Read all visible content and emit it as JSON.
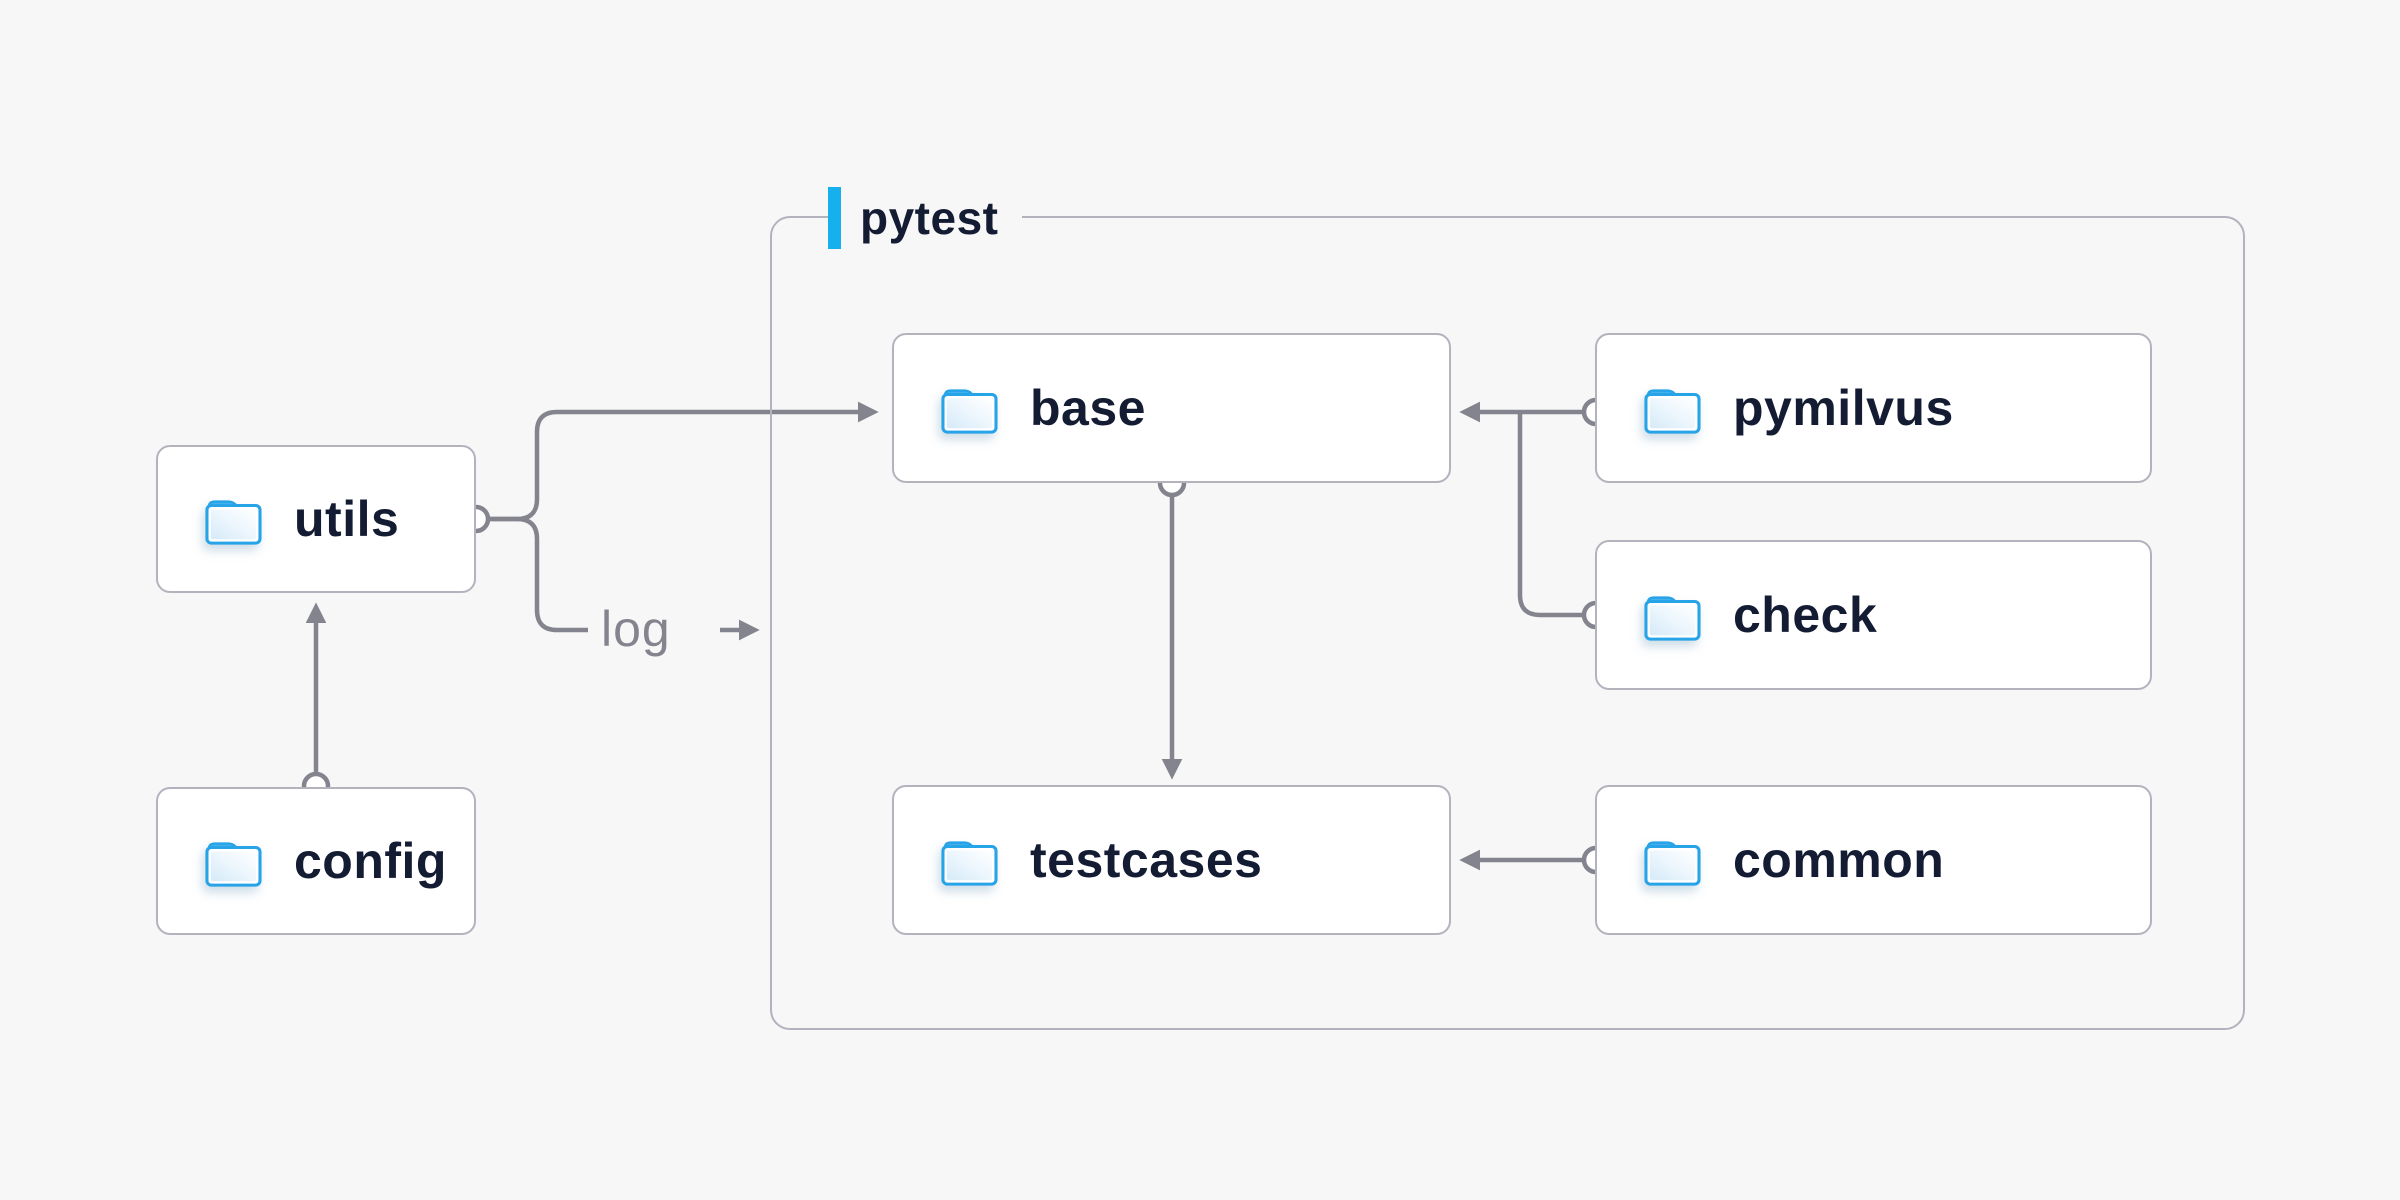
{
  "diagram": {
    "container_label": "pytest",
    "edge_label": "log"
  },
  "nodes": [
    {
      "id": "utils",
      "label": "utils"
    },
    {
      "id": "config",
      "label": "config"
    },
    {
      "id": "base",
      "label": "base"
    },
    {
      "id": "testcases",
      "label": "testcases"
    },
    {
      "id": "pymilvus",
      "label": "pymilvus"
    },
    {
      "id": "check",
      "label": "check"
    },
    {
      "id": "common",
      "label": "common"
    }
  ],
  "edges": [
    {
      "from": "utils",
      "to": "base"
    },
    {
      "from": "utils",
      "to": "pytest",
      "label": "log"
    },
    {
      "from": "config",
      "to": "utils"
    },
    {
      "from": "base",
      "to": "testcases"
    },
    {
      "from": "pymilvus",
      "to": "base"
    },
    {
      "from": "check",
      "to": "base"
    },
    {
      "from": "common",
      "to": "testcases"
    }
  ],
  "colors": {
    "background": "#f7f7f8",
    "node_background": "#ffffff",
    "border": "#b3b3be",
    "connector": "#84848e",
    "text": "#131c33",
    "accent": "#16b0ee",
    "folder_blue": "#27a3e7"
  },
  "icons": {
    "node_icon": "folder-icon"
  }
}
